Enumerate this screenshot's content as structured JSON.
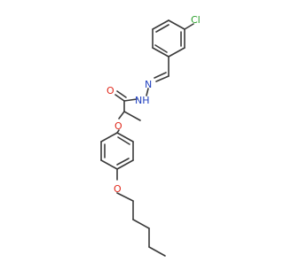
{
  "molecule": {
    "atom_labels": {
      "cl": "Cl",
      "n1": "N",
      "nh": "NH",
      "o_carbonyl": "O",
      "o_ether1": "O",
      "o_ether2": "O"
    },
    "colors": {
      "bond": "#3a3a3a",
      "chlorine": "#2ca02c",
      "nitrogen": "#1f3fbf",
      "oxygen": "#e0281b"
    }
  }
}
